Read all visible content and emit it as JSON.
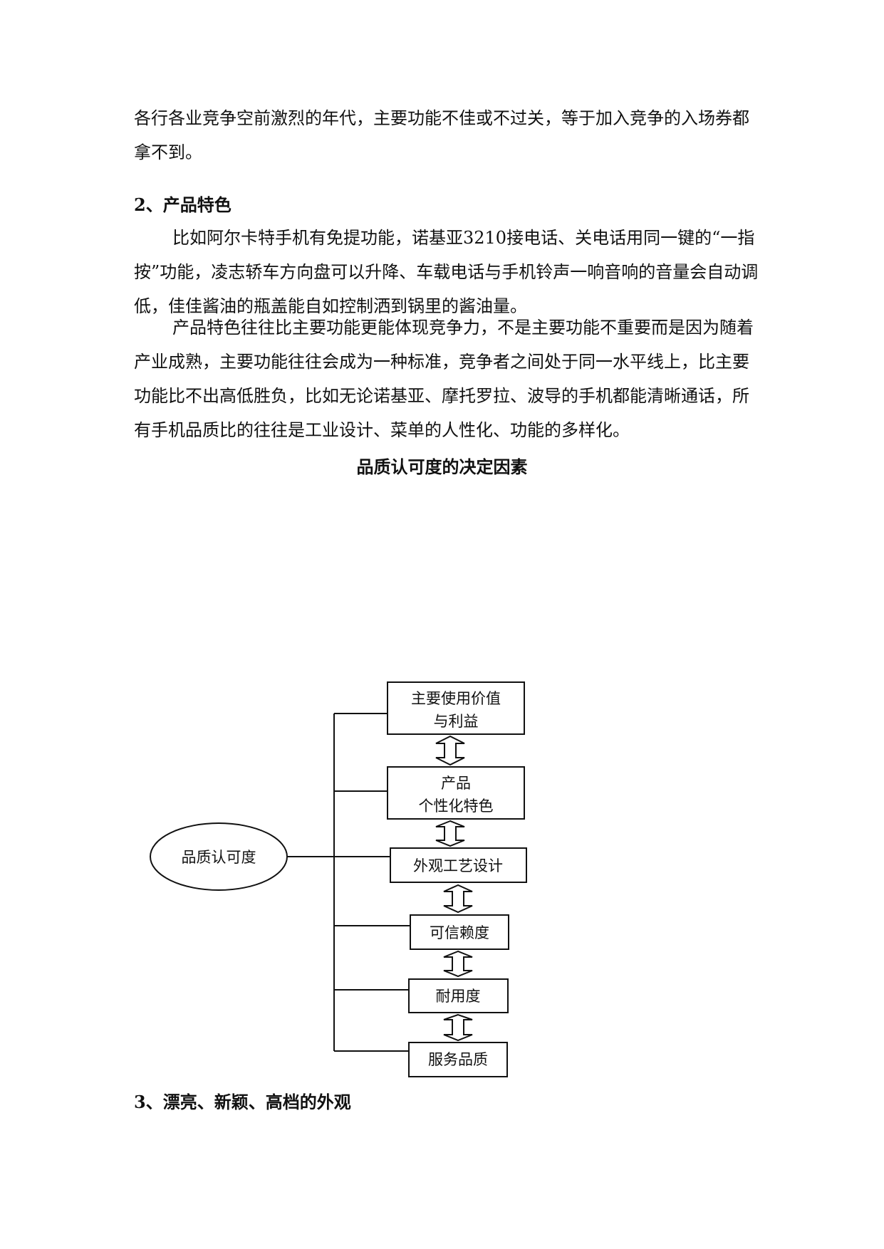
{
  "paragraphs": {
    "p0": "各行各业竞争空前激烈的年代，主要功能不佳或不过关，等于加入竞争的入场券都拿不到。",
    "p1": "比如阿尔卡特手机有免提功能，诺基亚3210接电话、关电话用同一键的“一指按”功能，凌志轿车方向盘可以升降、车载电话与手机铃声一响音响的音量会自动调低，佳佳酱油的瓶盖能自如控制洒到锅里的酱油量。",
    "p2": "产品特色往往比主要功能更能体现竞争力，不是主要功能不重要而是因为随着产业成熟，主要功能往往会成为一种标准，竞争者之间处于同一水平线上，比主要功能比不出高低胜负，比如无论诺基亚、摩托罗拉、波导的手机都能清晰通话，所有手机品质比的往往是工业设计、菜单的人性化、功能的多样化。"
  },
  "headings": {
    "h2": "2、产品特色",
    "h3": "3、漂亮、新颖、高档的外观"
  },
  "figure": {
    "title": "品质认可度的决定因素",
    "root": "品质认可度",
    "boxes": [
      {
        "line1": "主要使用价值",
        "line2": "与利益"
      },
      {
        "line1": "产品",
        "line2": "个性化特色"
      },
      {
        "line1": "外观工艺设计"
      },
      {
        "line1": "可信赖度"
      },
      {
        "line1": "耐用度"
      },
      {
        "line1": "服务品质"
      }
    ]
  }
}
